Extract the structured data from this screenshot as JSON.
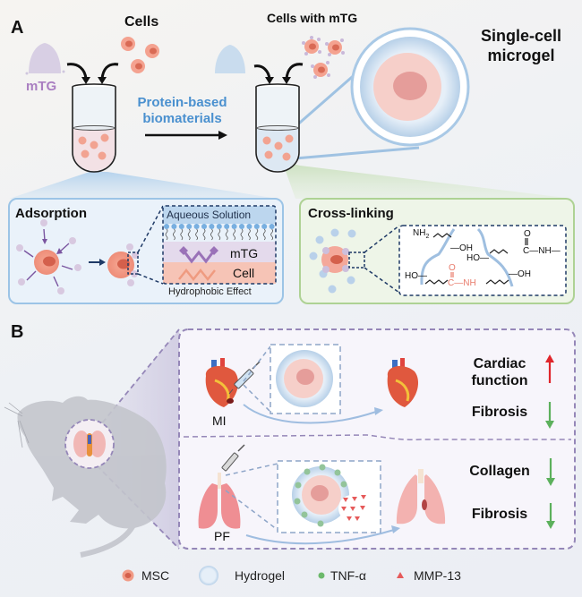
{
  "panel_a": {
    "letter": "A",
    "cells_label": "Cells",
    "mtg_label": "mTG",
    "cells_with_mtg_label": "Cells with mTG",
    "arrow_label_line1": "Protein-based",
    "arrow_label_line2": "biomaterials",
    "single_cell_microgel_line1": "Single-cell",
    "single_cell_microgel_line2": "microgel",
    "adsorption": {
      "title": "Adsorption",
      "aqueous_solution": "Aqueous Solution",
      "mtg": "mTG",
      "cell": "Cell",
      "caption": "Hydrophobic Effect"
    },
    "crosslinking": {
      "title": "Cross-linking",
      "chem": {
        "nh2": "NH",
        "nh2_sub": "2",
        "oh": "OH",
        "ho": "HO",
        "o": "O",
        "c": "C",
        "nh": "NH"
      }
    }
  },
  "panel_b": {
    "letter": "B",
    "mi_label": "MI",
    "pf_label": "PF",
    "mi_outcomes": [
      {
        "label_line1": "Cardiac",
        "label_line2": "function",
        "direction": "up",
        "color": "#e0262b"
      },
      {
        "label_line1": "Fibrosis",
        "label_line2": "",
        "direction": "down",
        "color": "#5cb05c"
      }
    ],
    "pf_outcomes": [
      {
        "label_line1": "Collagen",
        "label_line2": "",
        "direction": "down",
        "color": "#5cb05c"
      },
      {
        "label_line1": "Fibrosis",
        "label_line2": "",
        "direction": "down",
        "color": "#5cb05c"
      }
    ]
  },
  "legend": [
    {
      "icon": "msc-cell-icon",
      "label": "MSC"
    },
    {
      "icon": "hydrogel-icon",
      "label": "Hydrogel"
    },
    {
      "icon": "tnf-alpha-dot-icon",
      "label": "TNF-α"
    },
    {
      "icon": "mmp13-triangle-icon",
      "label": "MMP-13"
    }
  ],
  "colors": {
    "cell_outer": "#f19b86",
    "cell_nucleus": "#d9604d",
    "mtg_purple": "#a98bbd",
    "hydrogel_blue": "#b9d3ea",
    "accent_blue": "#4a90cf",
    "adsorption_border": "#8fbde2",
    "crosslink_border": "#a8d08d",
    "panel_b_border": "#9c8fbd",
    "up_arrow": "#e0262b",
    "down_arrow": "#5cb05c"
  }
}
